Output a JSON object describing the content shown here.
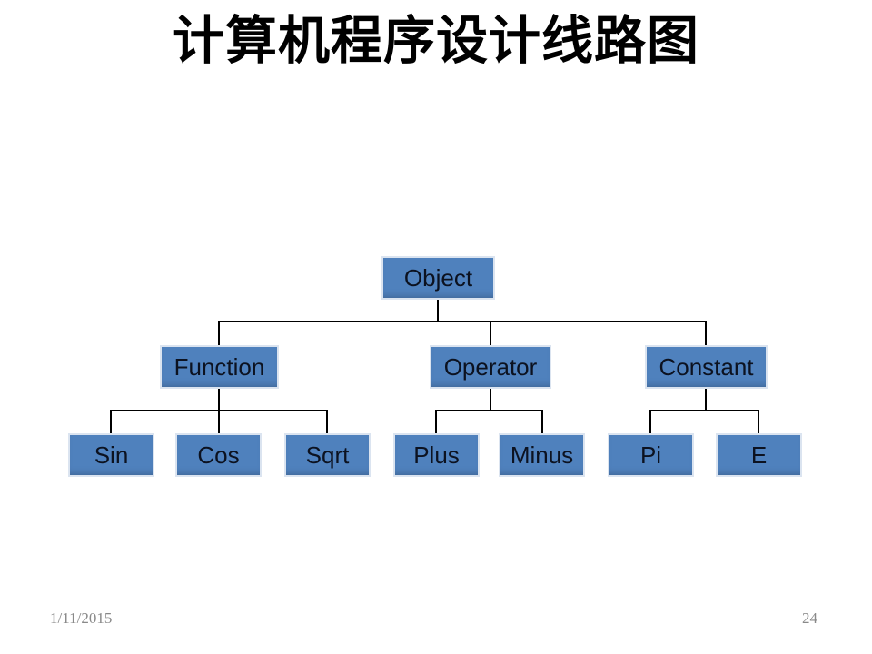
{
  "slide": {
    "title": "计算机程序设计线路图",
    "footer": {
      "date": "1/11/2015",
      "slide_number": "24"
    }
  },
  "diagram": {
    "type": "org-tree",
    "nodes": {
      "object": {
        "label": "Object"
      },
      "function": {
        "label": "Function"
      },
      "operator": {
        "label": "Operator"
      },
      "constant": {
        "label": "Constant"
      },
      "sin": {
        "label": "Sin"
      },
      "cos": {
        "label": "Cos"
      },
      "sqrt": {
        "label": "Sqrt"
      },
      "plus": {
        "label": "Plus"
      },
      "minus": {
        "label": "Minus"
      },
      "pi": {
        "label": "Pi"
      },
      "e": {
        "label": "E"
      }
    },
    "hierarchy": {
      "Object": [
        "Function",
        "Operator",
        "Constant"
      ],
      "Function": [
        "Sin",
        "Cos",
        "Sqrt"
      ],
      "Operator": [
        "Plus",
        "Minus"
      ],
      "Constant": [
        "Pi",
        "E"
      ]
    },
    "colors": {
      "background": "#ffffff",
      "title_text": "#000000",
      "node_fill": "#4f81bd",
      "node_border": "#dbe4f0",
      "node_text": "#0c1220",
      "connector": "#000000",
      "footer_text": "#898989"
    }
  }
}
